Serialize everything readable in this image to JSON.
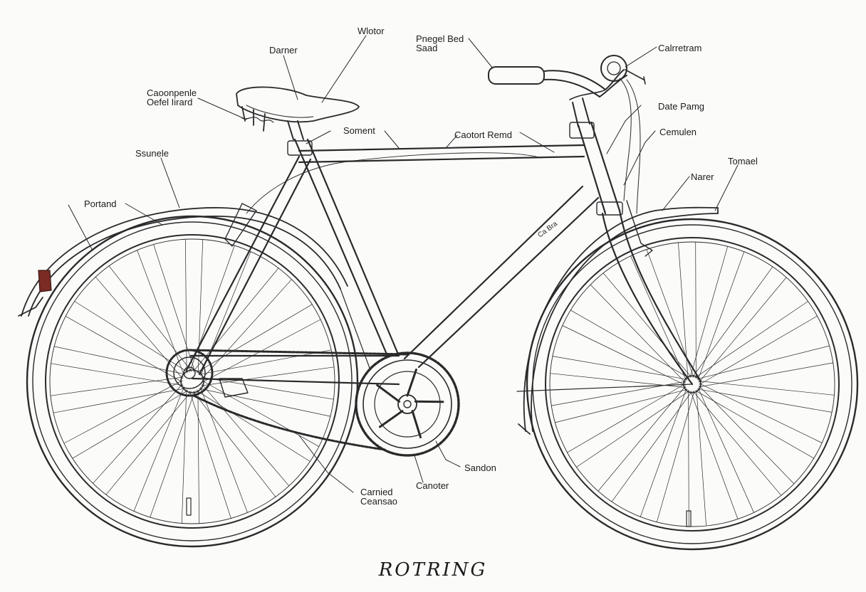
{
  "labels": {
    "motor": "Wlotor",
    "danner": "Darner",
    "pnegel_bed_1": "Pnegel Bed",
    "pnegel_bed_2": "Saad",
    "calmetram": "Calrretram",
    "caoonpenle_1": "Caoonpenle",
    "caoonpenle_2": "Oefel Iirard",
    "date_pamg": "Date Pamg",
    "soment": "Soment",
    "caotort_remd": "Caotort Remd",
    "cemulen": "Cemulen",
    "ssunele": "Ssunele",
    "tomael": "Tomael",
    "narer": "Narer",
    "portand": "Portand",
    "sandon": "Sandon",
    "canoter": "Canoter",
    "carmed_1": "Carnied",
    "carmed_2": "Ceansao",
    "tube_text": "Ca Bra"
  },
  "caption": "ROTRING",
  "colors": {
    "ink": "#2a2a2a",
    "paper": "#fbfbfa",
    "reflector": "#7a2b24"
  }
}
